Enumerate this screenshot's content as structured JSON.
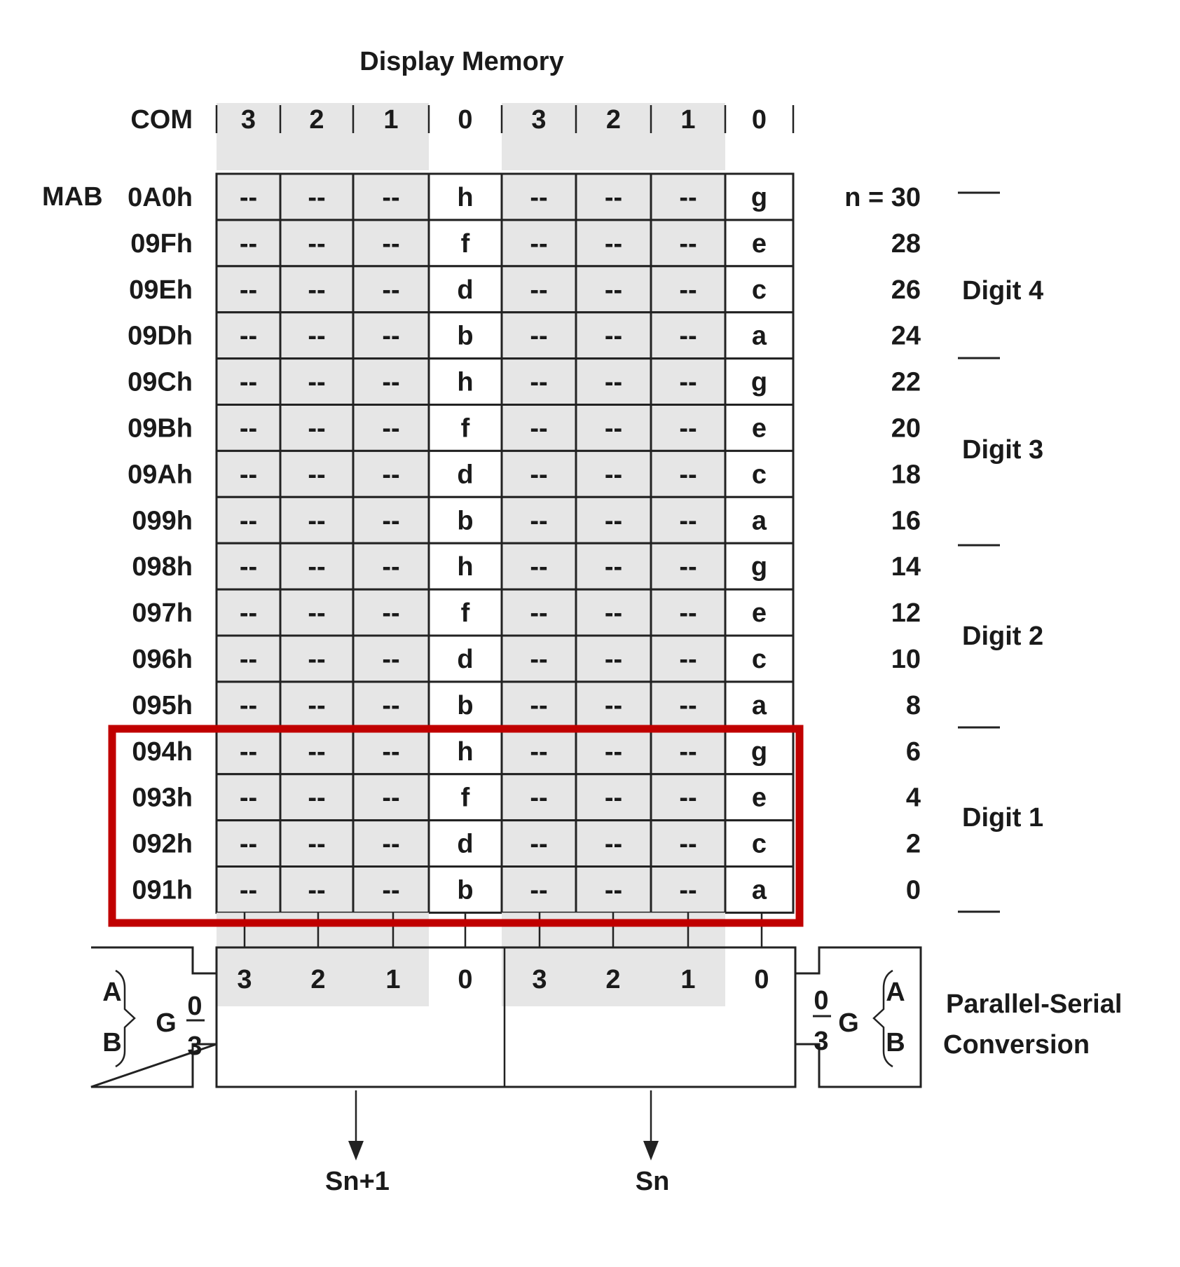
{
  "title": "Display Memory",
  "com_label": "COM",
  "com_headers": [
    "3",
    "2",
    "1",
    "0",
    "3",
    "2",
    "1",
    "0"
  ],
  "mab_label": "MAB",
  "rows": [
    {
      "addr": "0A0h",
      "cells": [
        "--",
        "--",
        "--",
        "h",
        "--",
        "--",
        "--",
        "g"
      ],
      "n": "n = 30"
    },
    {
      "addr": "09Fh",
      "cells": [
        "--",
        "--",
        "--",
        "f",
        "--",
        "--",
        "--",
        "e"
      ],
      "n": "28"
    },
    {
      "addr": "09Eh",
      "cells": [
        "--",
        "--",
        "--",
        "d",
        "--",
        "--",
        "--",
        "c"
      ],
      "n": "26"
    },
    {
      "addr": "09Dh",
      "cells": [
        "--",
        "--",
        "--",
        "b",
        "--",
        "--",
        "--",
        "a"
      ],
      "n": "24"
    },
    {
      "addr": "09Ch",
      "cells": [
        "--",
        "--",
        "--",
        "h",
        "--",
        "--",
        "--",
        "g"
      ],
      "n": "22"
    },
    {
      "addr": "09Bh",
      "cells": [
        "--",
        "--",
        "--",
        "f",
        "--",
        "--",
        "--",
        "e"
      ],
      "n": "20"
    },
    {
      "addr": "09Ah",
      "cells": [
        "--",
        "--",
        "--",
        "d",
        "--",
        "--",
        "--",
        "c"
      ],
      "n": "18"
    },
    {
      "addr": "099h",
      "cells": [
        "--",
        "--",
        "--",
        "b",
        "--",
        "--",
        "--",
        "a"
      ],
      "n": "16"
    },
    {
      "addr": "098h",
      "cells": [
        "--",
        "--",
        "--",
        "h",
        "--",
        "--",
        "--",
        "g"
      ],
      "n": "14"
    },
    {
      "addr": "097h",
      "cells": [
        "--",
        "--",
        "--",
        "f",
        "--",
        "--",
        "--",
        "e"
      ],
      "n": "12"
    },
    {
      "addr": "096h",
      "cells": [
        "--",
        "--",
        "--",
        "d",
        "--",
        "--",
        "--",
        "c"
      ],
      "n": "10"
    },
    {
      "addr": "095h",
      "cells": [
        "--",
        "--",
        "--",
        "b",
        "--",
        "--",
        "--",
        "a"
      ],
      "n": "8"
    },
    {
      "addr": "094h",
      "cells": [
        "--",
        "--",
        "--",
        "h",
        "--",
        "--",
        "--",
        "g"
      ],
      "n": "6"
    },
    {
      "addr": "093h",
      "cells": [
        "--",
        "--",
        "--",
        "f",
        "--",
        "--",
        "--",
        "e"
      ],
      "n": "4"
    },
    {
      "addr": "092h",
      "cells": [
        "--",
        "--",
        "--",
        "d",
        "--",
        "--",
        "--",
        "c"
      ],
      "n": "2"
    },
    {
      "addr": "091h",
      "cells": [
        "--",
        "--",
        "--",
        "b",
        "--",
        "--",
        "--",
        "a"
      ],
      "n": "0"
    }
  ],
  "digits": [
    "Digit 4",
    "Digit 3",
    "Digit 2",
    "Digit 1"
  ],
  "highlight_color": "#c00000",
  "shade_color": "#e6e6e6",
  "conversion_bits": [
    "3",
    "2",
    "1",
    "0",
    "3",
    "2",
    "1",
    "0"
  ],
  "gate": {
    "a": "A",
    "b": "B",
    "g": "G",
    "top": "0",
    "bottom": "3"
  },
  "outputs": [
    "Sn+1",
    "Sn"
  ],
  "conversion_label": [
    "Parallel-Serial",
    "Conversion"
  ]
}
